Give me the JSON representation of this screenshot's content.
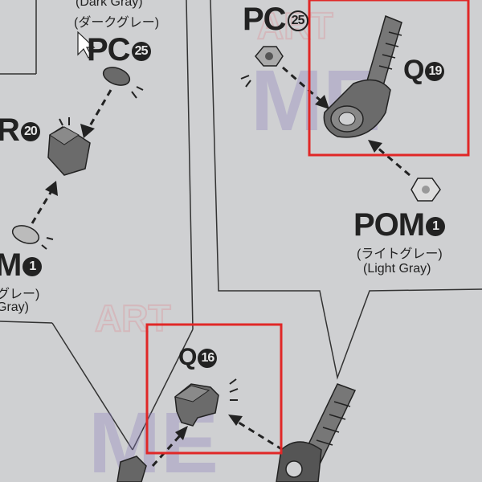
{
  "labels": {
    "dark_gray_en": "(Dark Gray)",
    "dark_gray_jp": "(ダークグレー)",
    "pc25": "PC",
    "pc25_num": "25",
    "r20_partial": "R",
    "r20_num": "20",
    "pom1_left": "M",
    "pom1_left_num": "1",
    "gray_jp_left": "グレー)",
    "gray_en_left": "Gray)",
    "pc_top": "PC",
    "pc_top_num": "25",
    "q19": "Q",
    "q19_num": "19",
    "pom1": "POM",
    "pom1_num": "1",
    "light_gray_jp": "(ライトグレー)",
    "light_gray_en": "(Light Gray)",
    "q16": "Q",
    "q16_num": "16"
  },
  "watermark": {
    "text_top": "ART",
    "text_main": "ME"
  },
  "colors": {
    "highlight": "#e02727",
    "paper": "#cfd0d2",
    "ink": "#222222",
    "watermark": "#9a8cc0"
  }
}
